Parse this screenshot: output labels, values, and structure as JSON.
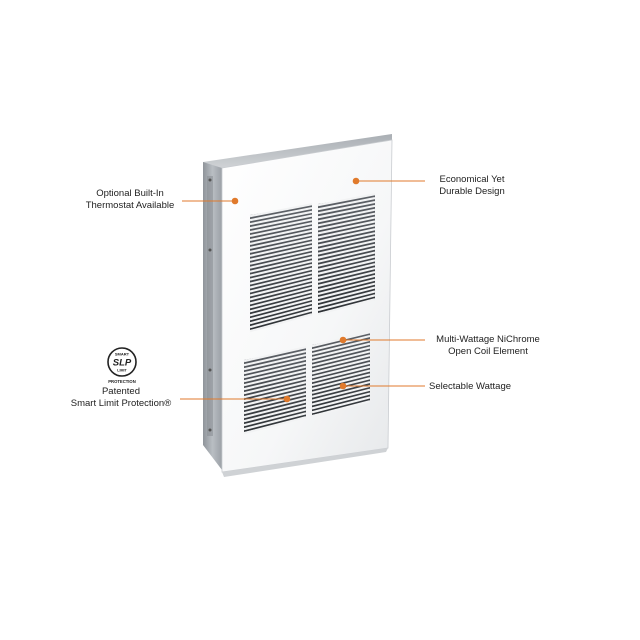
{
  "accent_color": "#e07a2c",
  "callouts": {
    "thermostat": {
      "lines": [
        "Optional Built-In",
        "Thermostat Available"
      ]
    },
    "economical": {
      "lines": [
        "Economical Yet",
        "Durable Design"
      ]
    },
    "element": {
      "lines": [
        "Multi-Wattage NiChrome",
        "Open Coil Element"
      ]
    },
    "wattage": {
      "lines": [
        "Selectable Wattage"
      ]
    },
    "protection": {
      "lines": [
        "Patented",
        "Smart Limit Protection®"
      ]
    }
  },
  "badge": {
    "icon": "smart-limit-protection-logo",
    "top_text": "SMART",
    "mark_text": "SLP",
    "sub_text": "LIMIT",
    "bottom_text": "PROTECTION"
  }
}
